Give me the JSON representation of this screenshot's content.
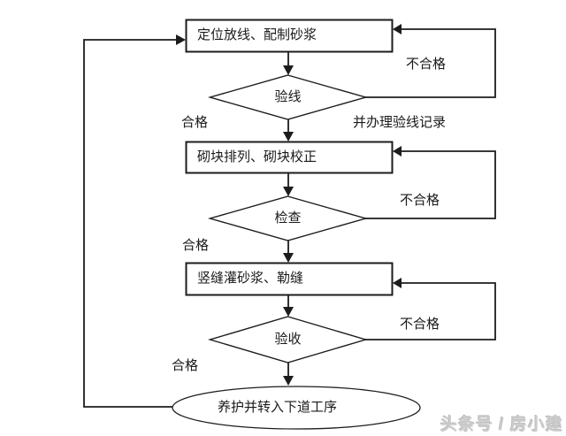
{
  "colors": {
    "line": "#1c1c1c",
    "fill": "#ffffff",
    "text": "#1a1a1a",
    "watermark": "#cccccc"
  },
  "flowchart": {
    "process_boxes": [
      {
        "label": "定位放线、配制砂浆"
      },
      {
        "label": "砌块排列、砌块校正"
      },
      {
        "label": "竖缝灌砂浆、勒缝"
      }
    ],
    "decisions": [
      {
        "label": "验线",
        "pass_label": "合格",
        "fail_label": "不合格",
        "note": "并办理验线记录"
      },
      {
        "label": "检查",
        "pass_label": "合格",
        "fail_label": "不合格"
      },
      {
        "label": "验收",
        "pass_label": "合格",
        "fail_label": "不合格"
      }
    ],
    "terminal": {
      "label": "养护并转入下道工序"
    }
  },
  "watermark": {
    "text": "头条号 / 房小建"
  }
}
